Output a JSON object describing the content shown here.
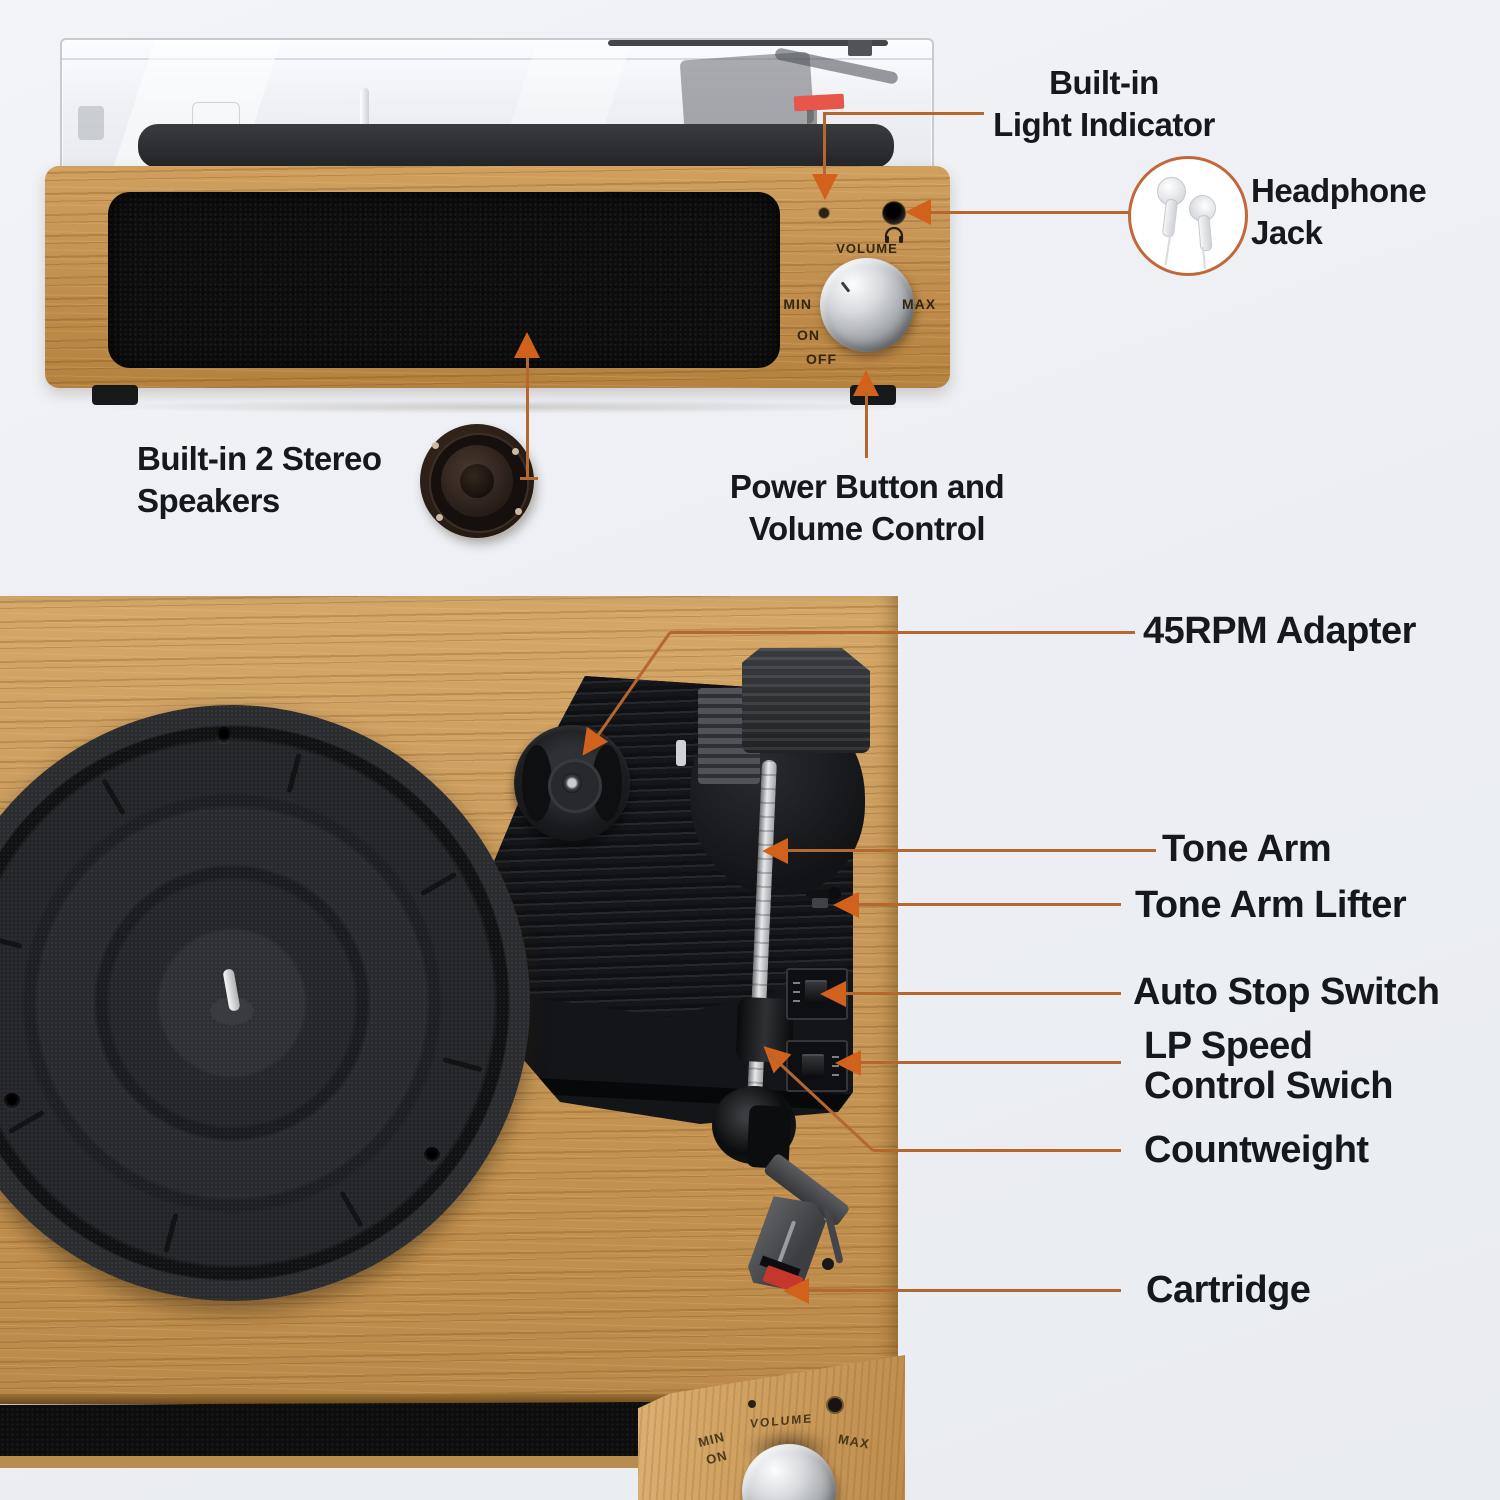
{
  "colors": {
    "background": "#eef0f4",
    "annotation_line": "#b5672e",
    "annotation_arrow": "#d2611c",
    "label_text": "#15181d",
    "earbud_circle_border": "#c0683a",
    "wood": "#c49255",
    "grille": "#0d0d0e",
    "cartridge_red": "#c5372c",
    "knob_silver": "#c9cbcf"
  },
  "front_view": {
    "panel": {
      "volume": "VOLUME",
      "min": "MIN",
      "max": "MAX",
      "on": "ON",
      "off": "OFF"
    },
    "annotations": {
      "light_indicator": {
        "line1": "Built-in",
        "line2": "Light Indicator"
      },
      "headphone_jack": {
        "line1": "Headphone",
        "line2": "Jack"
      },
      "speakers": {
        "line1": "Built-in 2 Stereo",
        "line2": "Speakers"
      },
      "power_volume": {
        "line1": "Power Button and",
        "line2": "Volume Control"
      }
    }
  },
  "top_view": {
    "panel": {
      "volume": "VOLUME",
      "min": "MIN",
      "max": "MAX",
      "on": "ON"
    },
    "annotations": {
      "adapter_45rpm": {
        "line1": "45RPM Adapter"
      },
      "tone_arm": {
        "line1": "Tone Arm"
      },
      "tone_arm_lifter": {
        "line1": "Tone Arm Lifter"
      },
      "auto_stop_switch": {
        "line1": "Auto Stop Switch"
      },
      "lp_speed_switch": {
        "line1": "LP Speed",
        "line2": "Control Swich"
      },
      "countweight": {
        "line1": "Countweight"
      },
      "cartridge": {
        "line1": "Cartridge"
      }
    }
  },
  "icons": {
    "headphone_icon": "headphone-glyph",
    "earbuds_illustration": "two-white-earbuds-in-circle",
    "speaker_driver_illustration": "round-speaker-driver"
  }
}
